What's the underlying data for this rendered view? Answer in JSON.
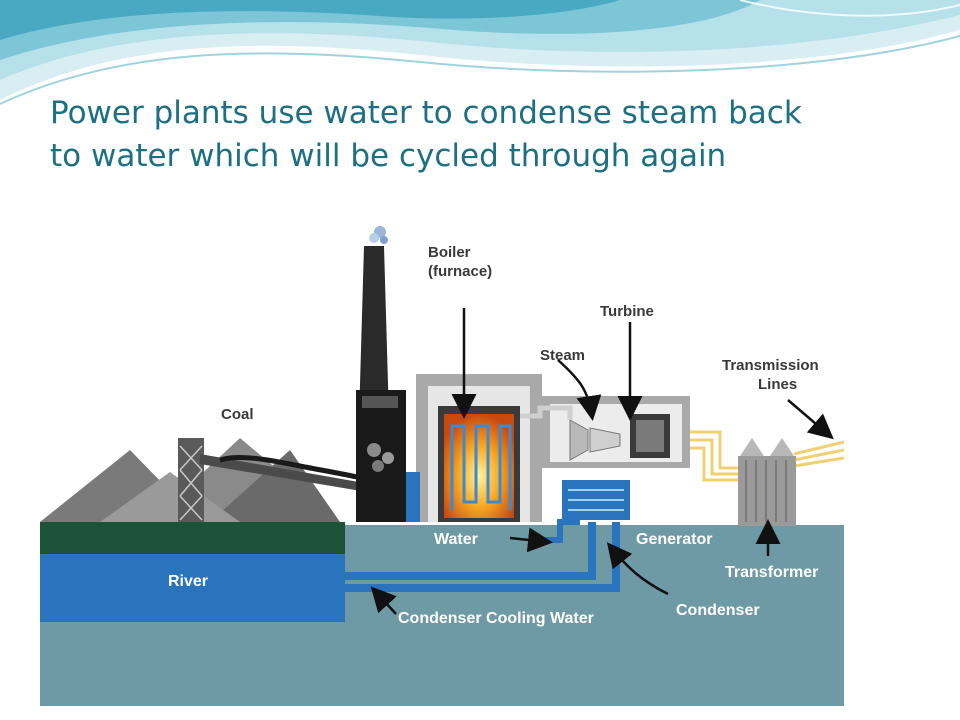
{
  "slide": {
    "title_line1": "Power plants use water to condense steam back",
    "title_line2": "to water which will be cycled through again",
    "title_color": "#1d6f83"
  },
  "diagram": {
    "labels": {
      "boiler_line1": "Boiler",
      "boiler_line2": "(furnace)",
      "turbine": "Turbine",
      "steam": "Steam",
      "transmission_line1": "Transmission",
      "transmission_line2": "Lines",
      "coal": "Coal",
      "water": "Water",
      "generator": "Generator",
      "river": "River",
      "transformer": "Transformer",
      "condenser": "Condenser",
      "condenser_cooling_water": "Condenser Cooling Water"
    },
    "colors": {
      "ground": "#6e9aa6",
      "river": "#2a73bd",
      "grass": "#1c5238",
      "building": "#a9a9a9",
      "pipe": "#2a73bd",
      "fire": "#f0a020",
      "lines": "#f0d070"
    }
  }
}
